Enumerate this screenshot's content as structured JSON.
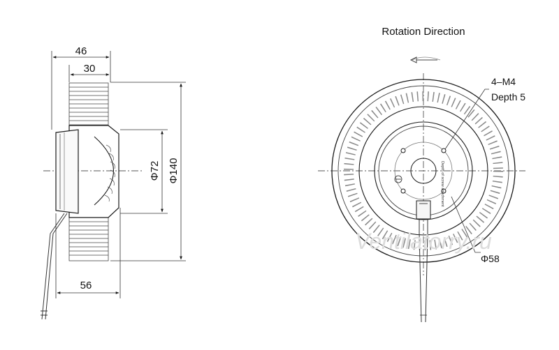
{
  "side_view": {
    "dim_overall_depth": "46",
    "dim_impeller_depth": "30",
    "dim_motor_diameter": "Φ72",
    "dim_outer_diameter": "Φ140",
    "dim_bottom_depth": "56"
  },
  "front_view": {
    "title": "Rotation Direction",
    "screw_spec": "4–M4",
    "screw_depth": "Depth 5",
    "hole_circle_diameter": "Φ58",
    "label_text": "Depth of screw attachment"
  },
  "watermark": "Ventilatorry.ru",
  "colors": {
    "line": "#1a1a1a",
    "dim_line": "#333333",
    "watermark": "#dcdcdc"
  }
}
